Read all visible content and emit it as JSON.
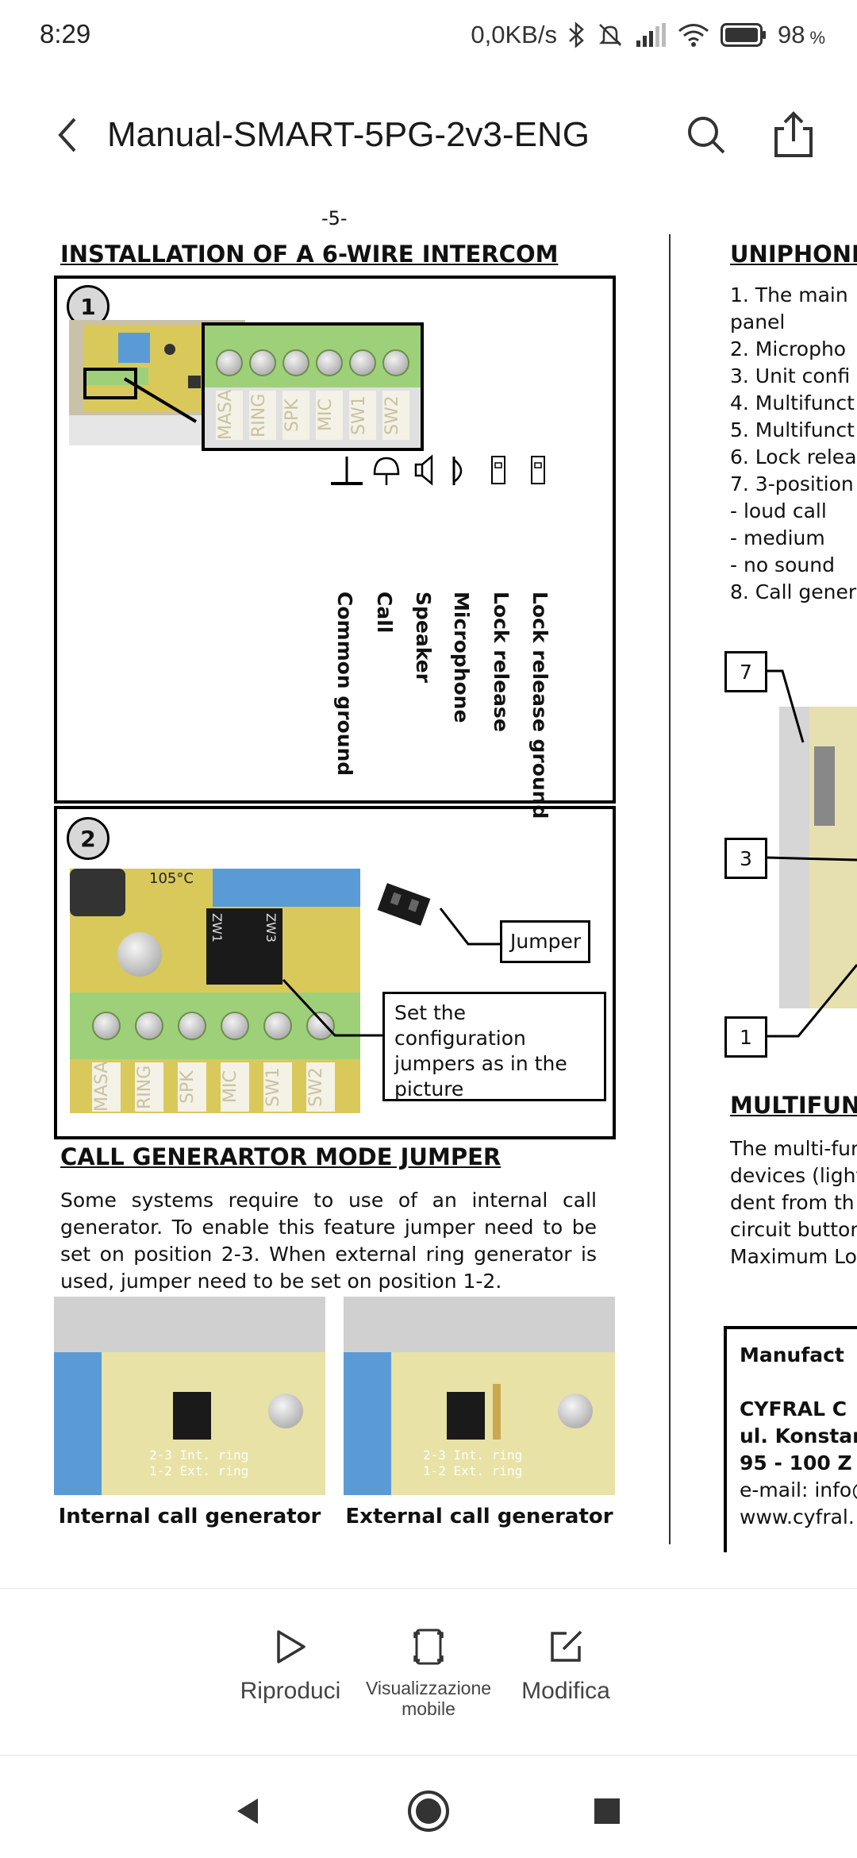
{
  "status_bar": {
    "time": "8:29",
    "net_speed": "0,0KB/s",
    "battery": "98",
    "battery_unit": "%"
  },
  "header": {
    "title": "Manual-SMART-5PG-2v3-ENG"
  },
  "doc": {
    "page_number": "-5-",
    "left": {
      "heading_install": "INSTALLATION OF A 6-WIRE INTERCOM",
      "step1": "1",
      "step2": "2",
      "terminals": [
        "MASA",
        "RING",
        "SPK",
        "MIC",
        "SW1",
        "SW2"
      ],
      "wire_labels": [
        "Common ground",
        "Call",
        "Speaker",
        "Microphone",
        "Lock release",
        "Lock release ground"
      ],
      "jumper_labels": [
        "ZW1",
        "ZW3"
      ],
      "temp_label": "105°C",
      "jumper_callout": "Jumper",
      "config_callout": "Set the configuration jumpers as in the picture",
      "heading_callgen": "CALL GENERARTOR MODE JUMPER",
      "callgen_text": "Some systems require to use of an internal call generator. To enable this feature jumper need to be set on position 2-3. When external ring generator is used, jumper need to be set on position 1-2.",
      "photo_labels": {
        "row1": "2-3",
        "row1_text": "Int. ring",
        "row2": "1-2",
        "row2_text": "Ext. ring"
      },
      "caption_internal": "Internal call generator",
      "caption_external": "External call generator"
    },
    "right": {
      "heading_uniphone": "UNIPHONE",
      "list": [
        "1.  The main",
        "     panel",
        "2.  Micropho",
        "3.  Unit confi",
        "4.  Multifunct",
        "5.  Multifunct",
        "6.  Lock relea",
        "7.  3-position",
        "     - loud call",
        "     - medium",
        "     - no sound",
        "8.  Call gener"
      ],
      "callouts": [
        "7",
        "3",
        "1"
      ],
      "heading_multifun": "MULTIFUN",
      "multifun_text": [
        "The multi-fun",
        "devices (light",
        "dent from th",
        "circuit button",
        "Maximum Loa"
      ],
      "manufacturer": [
        "Manufact",
        "",
        "CYFRAL  C",
        "ul. Konstan",
        "95 - 100 Z",
        "e-mail: info@",
        "www.cyfral."
      ]
    }
  },
  "actions": {
    "play": "Riproduci",
    "mobile_view": "Visualizzazione mobile",
    "edit": "Modifica"
  },
  "colors": {
    "pcb": "#d9c95a",
    "terminal": "#9ed07a",
    "jumper_cap": "#1a1a1a",
    "relay": "#5b9bd5"
  }
}
